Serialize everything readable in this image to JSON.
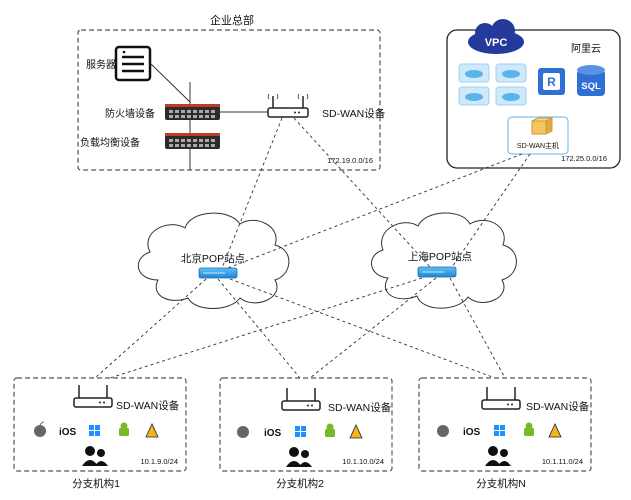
{
  "hq": {
    "title": "企业总部",
    "server_label": "服务器",
    "firewall_label": "防火墙设备",
    "lb_label": "负载均衡设备",
    "sdwan_label": "SD-WAN设备",
    "subnet": "172.19.0.0/16"
  },
  "cloud": {
    "vpc_label": "VPC",
    "provider": "阿里云",
    "host_label": "SD-WAN主机",
    "sql_label": "SQL",
    "redis_label": "R",
    "subnet": "172.25.0.0/16"
  },
  "pops": {
    "beijing": "北京POP站点",
    "shanghai": "上海POP站点"
  },
  "branches": [
    {
      "name": "分支机构1",
      "device": "SD-WAN设备",
      "subnet": "10.1.9.0/24",
      "os": "iOS"
    },
    {
      "name": "分支机构2",
      "device": "SD-WAN设备",
      "subnet": "10.1.10.0/24",
      "os": "iOS"
    },
    {
      "name": "分支机构N",
      "device": "SD-WAN设备",
      "subnet": "10.1.11.0/24",
      "os": "iOS"
    }
  ],
  "colors": {
    "accent": "#2f6fd6",
    "light_blue": "#3aa0e6",
    "firewall_red": "#c0392b"
  }
}
